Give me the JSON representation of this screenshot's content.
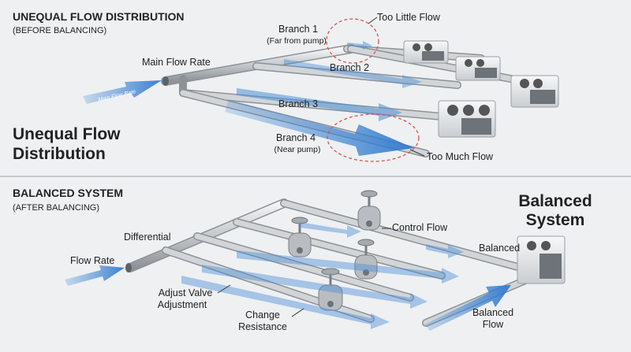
{
  "top": {
    "heading": "UNEQUAL FLOW DISTRIBUTION",
    "subheading": "(BEFORE BALANCING)",
    "big_title_line1": "Unequal Flow",
    "big_title_line2": "Distribution",
    "main_flow_rate": "Main Flow Rate",
    "arrow_label": "Main Flow Rate",
    "branch1": "Branch 1",
    "branch1_note": "(Far from pump)",
    "branch2": "Branch 2",
    "branch3": "Branch 3",
    "branch4": "Branch 4",
    "branch4_note": "(Near pump)",
    "too_little": "Too Little Flow",
    "too_much": "Too Much Flow"
  },
  "bottom": {
    "heading": "BALANCED SYSTEM",
    "subheading": "(AFTER BALANCING)",
    "big_title_line1": "Balanced",
    "big_title_line2": "System",
    "differential": "Differential",
    "flow_rate": "Flow Rate",
    "adjust_line1": "Adjust Valve",
    "adjust_line2": "Adjustment",
    "change_line1": "Change",
    "change_line2": "Resistance",
    "control_flow": "Control Flow",
    "balanced": "Balanced",
    "balanced_flow_line1": "Balanced",
    "balanced_flow_line2": "Flow"
  },
  "colors": {
    "pipe": "#c4c8cc",
    "flow_arrow": "#4b8fd6",
    "callout_circle": "#d9534f",
    "background": "#eef0f2"
  }
}
